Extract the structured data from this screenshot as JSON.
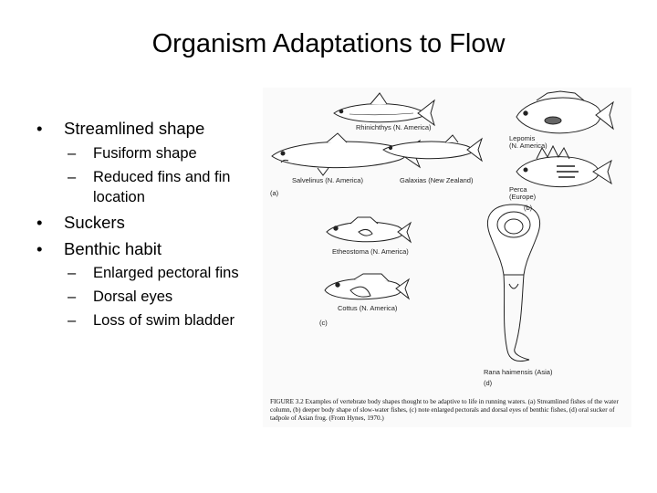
{
  "title": "Organism Adaptations to Flow",
  "bullets": [
    {
      "text": "Streamlined shape",
      "sub": [
        "Fusiform shape",
        "Reduced fins and fin",
        "location"
      ]
    },
    {
      "text": "Suckers"
    },
    {
      "text": "Benthic habit",
      "sub": [
        "Enlarged pectoral fins",
        "Dorsal eyes",
        "Loss of swim bladder"
      ]
    }
  ],
  "figure": {
    "labels": {
      "rhinichthys": "Rhinichthys (N. America)",
      "salvelinus": "Salvelinus (N. America)",
      "galaxias": "Galaxias (New Zealand)",
      "lepomis1": "Lepomis",
      "lepomis2": "(N. America)",
      "perca1": "Perca",
      "perca2": "(Europe)",
      "etheostoma": "Etheostoma (N. America)",
      "cottus": "Cottus (N. America)",
      "rana": "Rana haimensis (Asia)",
      "a": "(a)",
      "b": "(b)",
      "c": "(c)",
      "d": "(d)"
    },
    "caption": "FIGURE 3.2  Examples of vertebrate body shapes thought to be adaptive to life in running waters. (a) Streamlined fishes of the water column, (b) deeper body shape of slow-water fishes, (c) note enlarged pectorals and dorsal eyes of benthic fishes, (d) oral sucker of tadpole of Asian frog. (From Hynes, 1970.)"
  }
}
